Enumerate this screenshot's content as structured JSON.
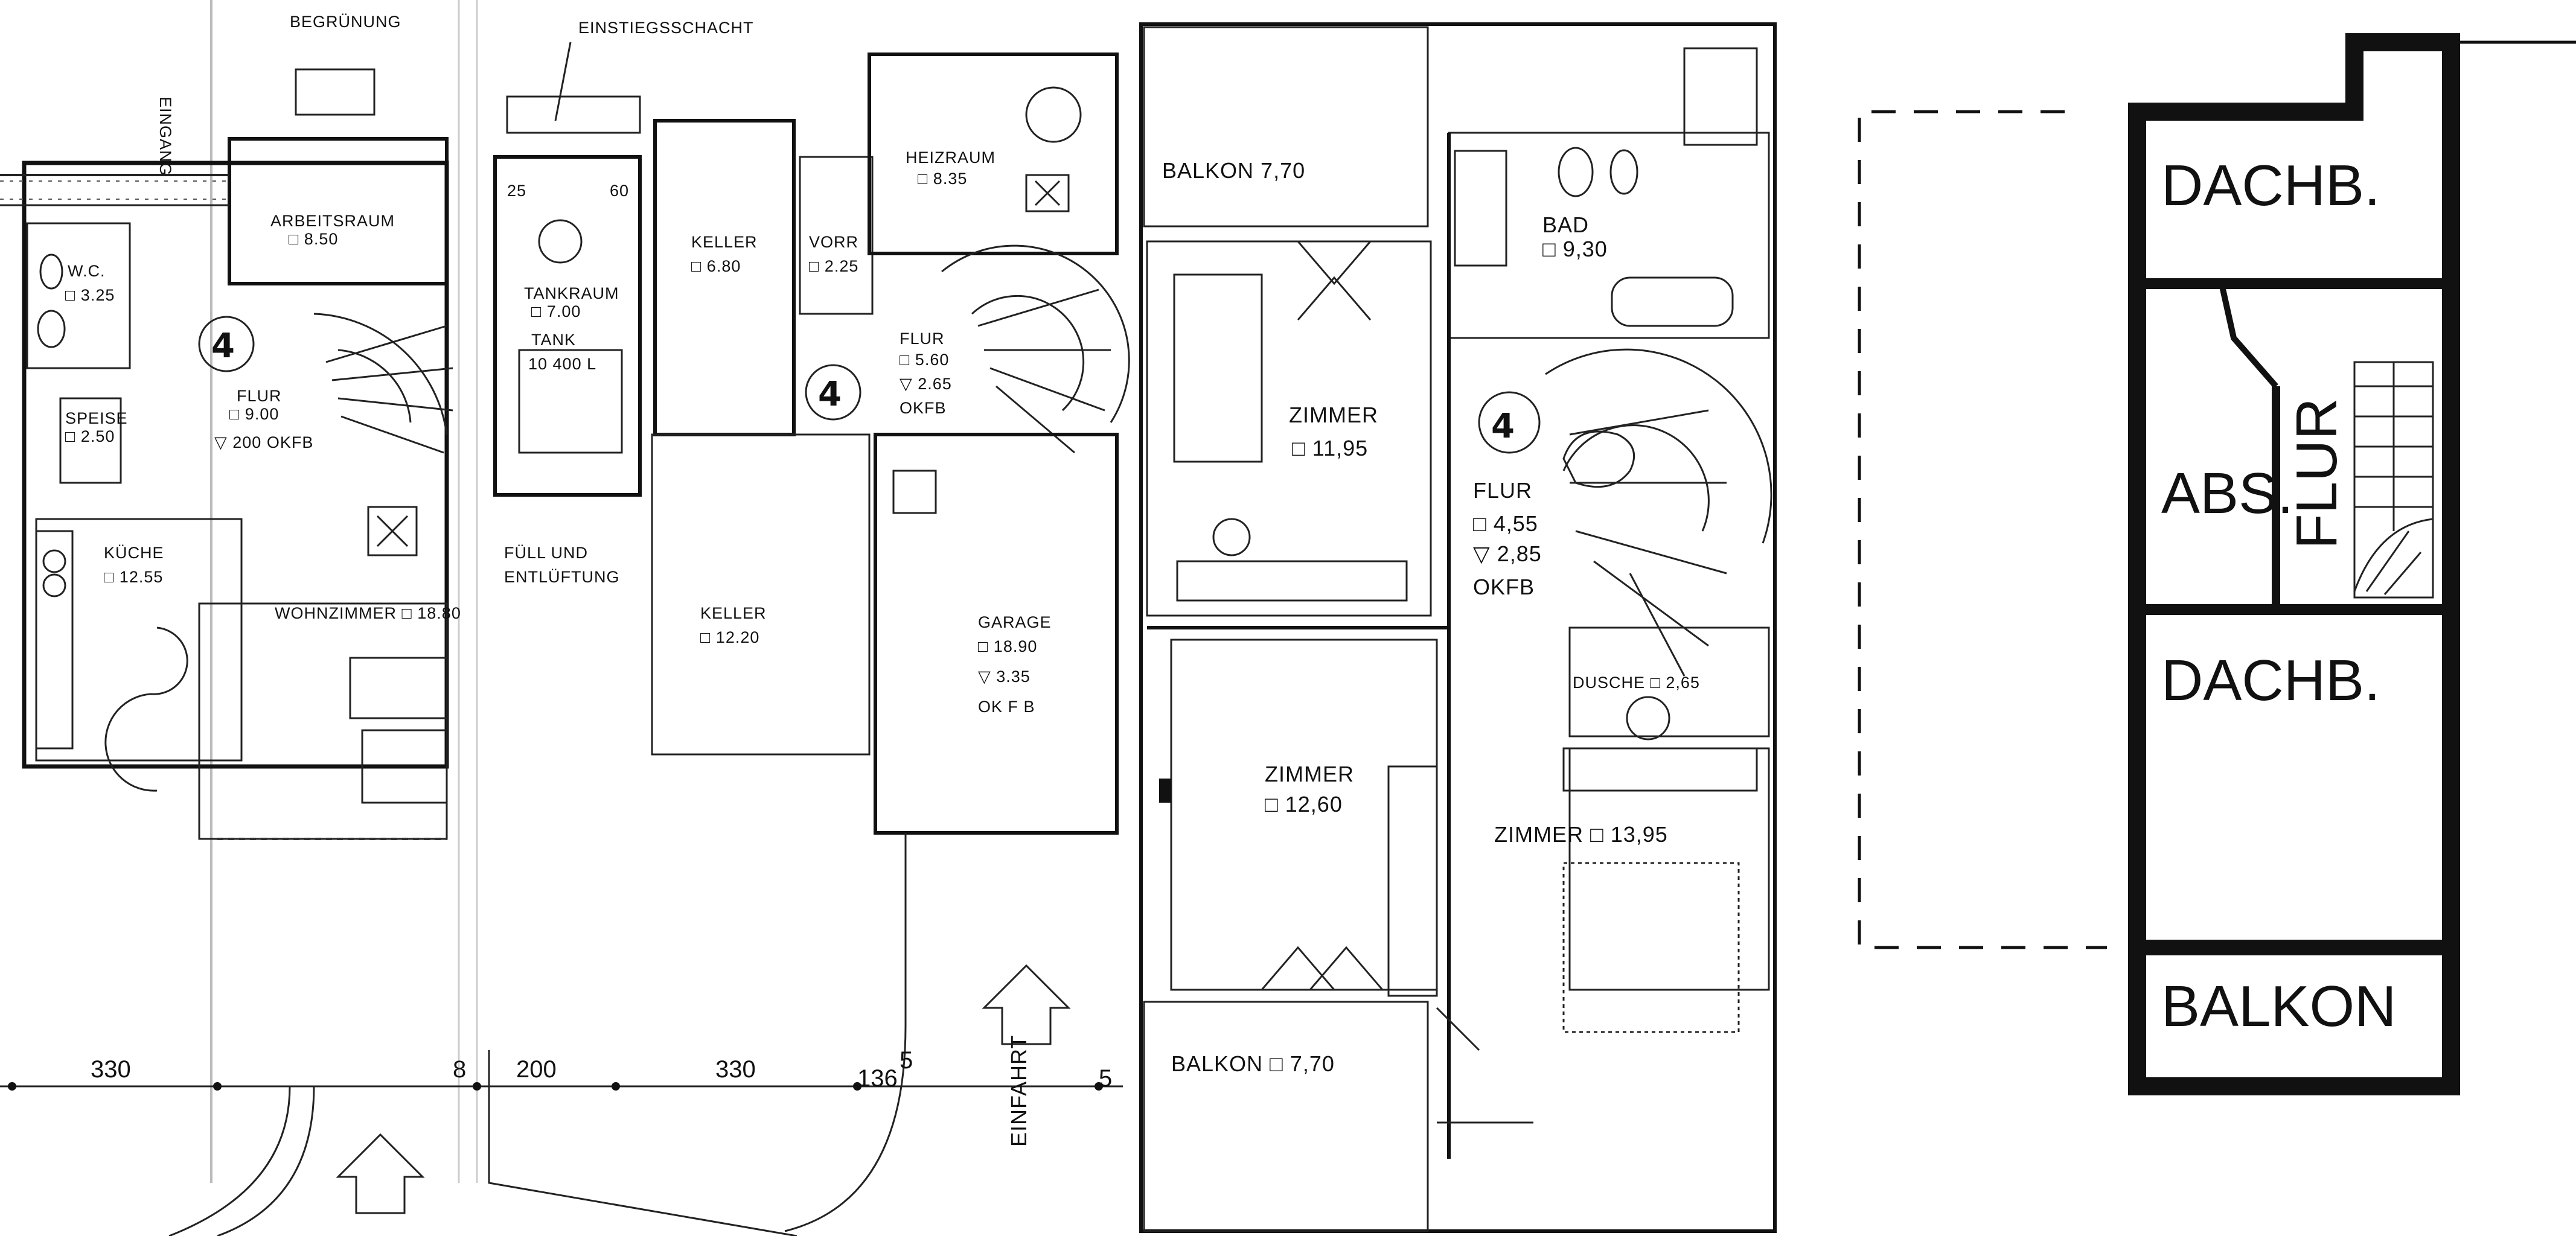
{
  "unit_number": "4",
  "basement_garden": {
    "top": "BEGRÜNUNG",
    "side": "EINGANG",
    "wc_name": "W.C.",
    "wc_area": "□ 3.25",
    "arbeitsraum_name": "ARBEITSRAUM",
    "arbeitsraum_area": "□ 8.50",
    "flur_name": "FLUR",
    "flur_area": "□ 9.00",
    "flur_level": "▽ 200 OKFB",
    "speise_name": "SPEISE",
    "speise_area": "□ 2.50",
    "kueche_name": "KÜCHE",
    "kueche_area": "□ 12.55",
    "wohnzimmer": "WOHNZIMMER □ 18.80"
  },
  "basement": {
    "einstieg": "EINSTIEGSSCHACHT",
    "dim_25": "25",
    "dim_60": "60",
    "tankraum_name": "TANKRAUM",
    "tankraum_area": "□ 7.00",
    "tank_name": "TANK",
    "tank_size": "10 400 L",
    "keller1_name": "KELLER",
    "keller1_area": "□ 6.80",
    "vorr_name": "VORR",
    "vorr_area": "□ 2.25",
    "heizraum_name": "HEIZRAUM",
    "heizraum_area": "□ 8.35",
    "flur_name": "FLUR",
    "flur_area": "□ 5.60",
    "flur_level": "▽ 2.65",
    "flur_ok": "OKFB",
    "fuell_1": "FÜLL UND",
    "fuell_2": "ENTLÜFTUNG",
    "keller2_name": "KELLER",
    "keller2_area": "□ 12.20",
    "garage_name": "GARAGE",
    "garage_area": "□ 18.90",
    "garage_level": "▽ 3.35",
    "garage_ok": "OK F B",
    "einfahrt": "EINFAHRT"
  },
  "upper": {
    "balkon_top": "BALKON 7,70",
    "zimmer1_name": "ZIMMER",
    "zimmer1_area": "□ 11,95",
    "bad_name": "BAD",
    "bad_area": "□ 9,30",
    "flur_name": "FLUR",
    "flur_area": "□ 4,55",
    "flur_level": "▽ 2,85",
    "flur_ok": "OKFB",
    "zimmer2_name": "ZIMMER",
    "zimmer2_area": "□ 12,60",
    "dusche": "DUSCHE □ 2,65",
    "zimmer3": "ZIMMER □ 13,95",
    "balkon_bottom": "BALKON □ 7,70"
  },
  "dimensions": {
    "d1": "330",
    "d2": "8",
    "d3": "200",
    "d4": "330",
    "d5": "136",
    "d6": "5",
    "d7": "5"
  },
  "attic": {
    "dachb_top": "DACHB.",
    "abs": "ABS.",
    "flur": "FLUR",
    "dachb_mid": "DACHB.",
    "balkon": "BALKON"
  }
}
